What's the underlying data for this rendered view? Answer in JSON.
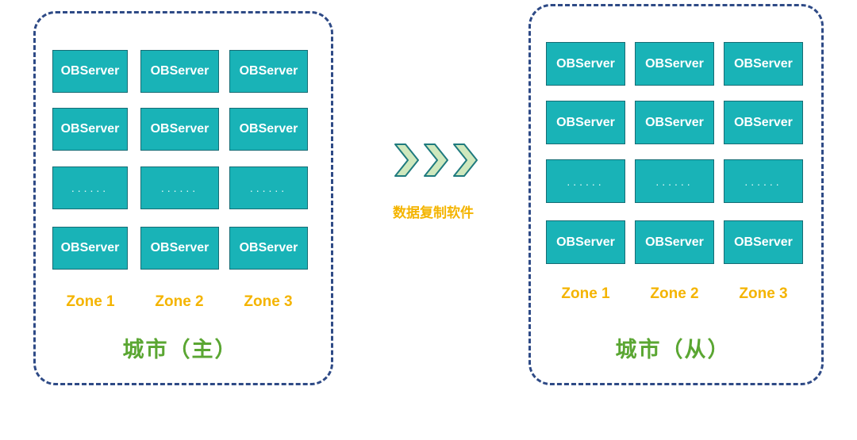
{
  "left_city": {
    "title": "城市（主）",
    "rows": [
      [
        "OBServer",
        "OBServer",
        "OBServer"
      ],
      [
        "OBServer",
        "OBServer",
        "OBServer"
      ],
      [
        "......",
        "......",
        "......"
      ],
      [
        "OBServer",
        "OBServer",
        "OBServer"
      ]
    ],
    "zones": [
      "Zone 1",
      "Zone 2",
      "Zone 3"
    ]
  },
  "right_city": {
    "title": "城市（从）",
    "rows": [
      [
        "OBServer",
        "OBServer",
        "OBServer"
      ],
      [
        "OBServer",
        "OBServer",
        "OBServer"
      ],
      [
        "......",
        "......",
        "......"
      ],
      [
        "OBServer",
        "OBServer",
        "OBServer"
      ]
    ],
    "zones": [
      "Zone 1",
      "Zone 2",
      "Zone 3"
    ]
  },
  "replication": {
    "label": "数据复制软件"
  },
  "colors": {
    "server_fill": "#19b3b7",
    "server_border": "#166c74",
    "city_border": "#2e4a86",
    "zone_text": "#f4b400",
    "city_title": "#5aa632",
    "arrow_fill": "#cfe8bd",
    "arrow_stroke": "#1f7a7e"
  },
  "icons": {
    "arrow": "chevron-right-icon"
  }
}
